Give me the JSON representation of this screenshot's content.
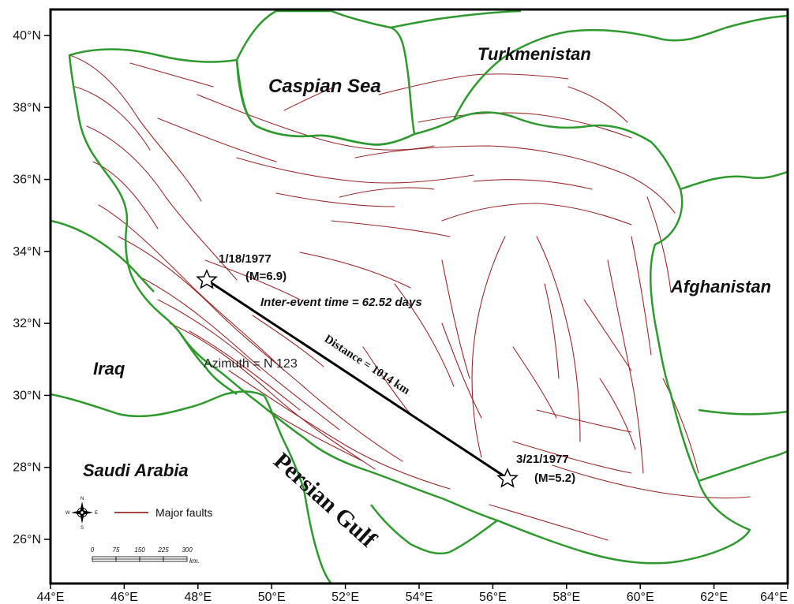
{
  "map": {
    "lat_labels": [
      "26°N",
      "28°N",
      "30°N",
      "32°N",
      "34°N",
      "36°N",
      "38°N",
      "40°N"
    ],
    "lon_labels": [
      "44°E",
      "46°E",
      "48°E",
      "50°E",
      "52°E",
      "54°E",
      "56°E",
      "58°E",
      "60°E",
      "62°E",
      "64°E"
    ],
    "colors": {
      "border": "#2e9a2e",
      "fault": "#9b2a2a",
      "frame": "#000000"
    },
    "places": {
      "caspian": "Caspian Sea",
      "turkmenistan": "Turkmenistan",
      "afghanistan": "Afghanistan",
      "iraq": "Iraq",
      "saudi": "Saudi Arabia",
      "gulf": "Persian Gulf"
    },
    "events": [
      {
        "date": "1/18/1977",
        "magnitude": "(M=6.9)",
        "lat": 33.1,
        "lon": 48.0
      },
      {
        "date": "3/21/1977",
        "magnitude": "(M=5.2)",
        "lat": 27.6,
        "lon": 56.35
      }
    ],
    "annotations": {
      "inter_event": "Inter-event time = 62.52 days",
      "distance": "Distance = 1014 km",
      "azimuth": "Azimuth = N 123"
    },
    "legend": {
      "label": "Major faults",
      "icon": "compass-rose-icon"
    },
    "compass": {
      "n": "N",
      "s": "S",
      "e": "E",
      "w": "W"
    },
    "scale": {
      "ticks": [
        "0",
        "75",
        "150",
        "225",
        "300"
      ],
      "unit": "km."
    }
  }
}
